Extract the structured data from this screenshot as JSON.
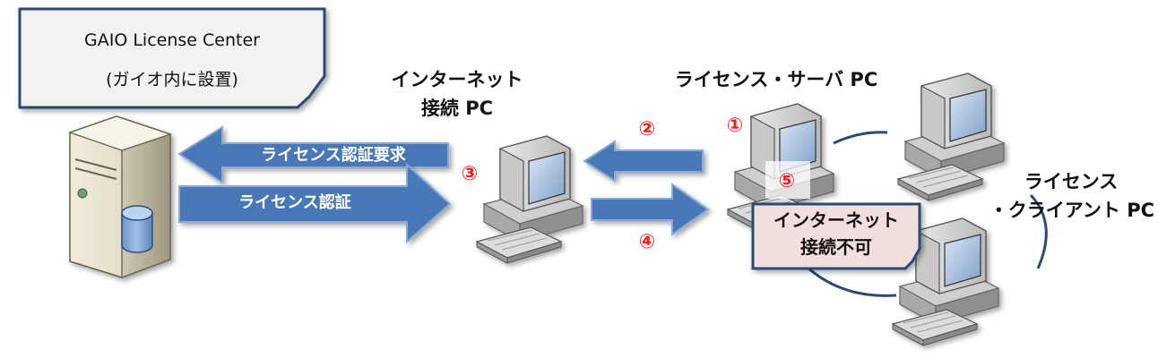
{
  "license_center": {
    "name": "GAIO License Center",
    "location": "(ガイオ内に設置)"
  },
  "internet_pc": {
    "title_line1": "インターネット",
    "title_line2": "接続 PC"
  },
  "license_server": {
    "title": "ライセンス・サーバ PC"
  },
  "license_client": {
    "title_line1": "ライセンス",
    "title_line2": "・クライアント PC"
  },
  "arrows": {
    "request_label": "ライセンス認証要求",
    "auth_label": "ライセンス認証"
  },
  "steps": [
    "①",
    "②",
    "③",
    "④",
    "⑤"
  ],
  "no_internet": {
    "line1": "インターネット",
    "line2": "接続不可"
  },
  "colors": {
    "arrow_fill": "#4a78b8",
    "arrow_stroke": "#8aa9d6",
    "step_red": "#ff1a1a",
    "callout_fill": "#f3dede",
    "bubble_fill": "#f2f2f2",
    "bubble_border": "#2b4a78"
  }
}
